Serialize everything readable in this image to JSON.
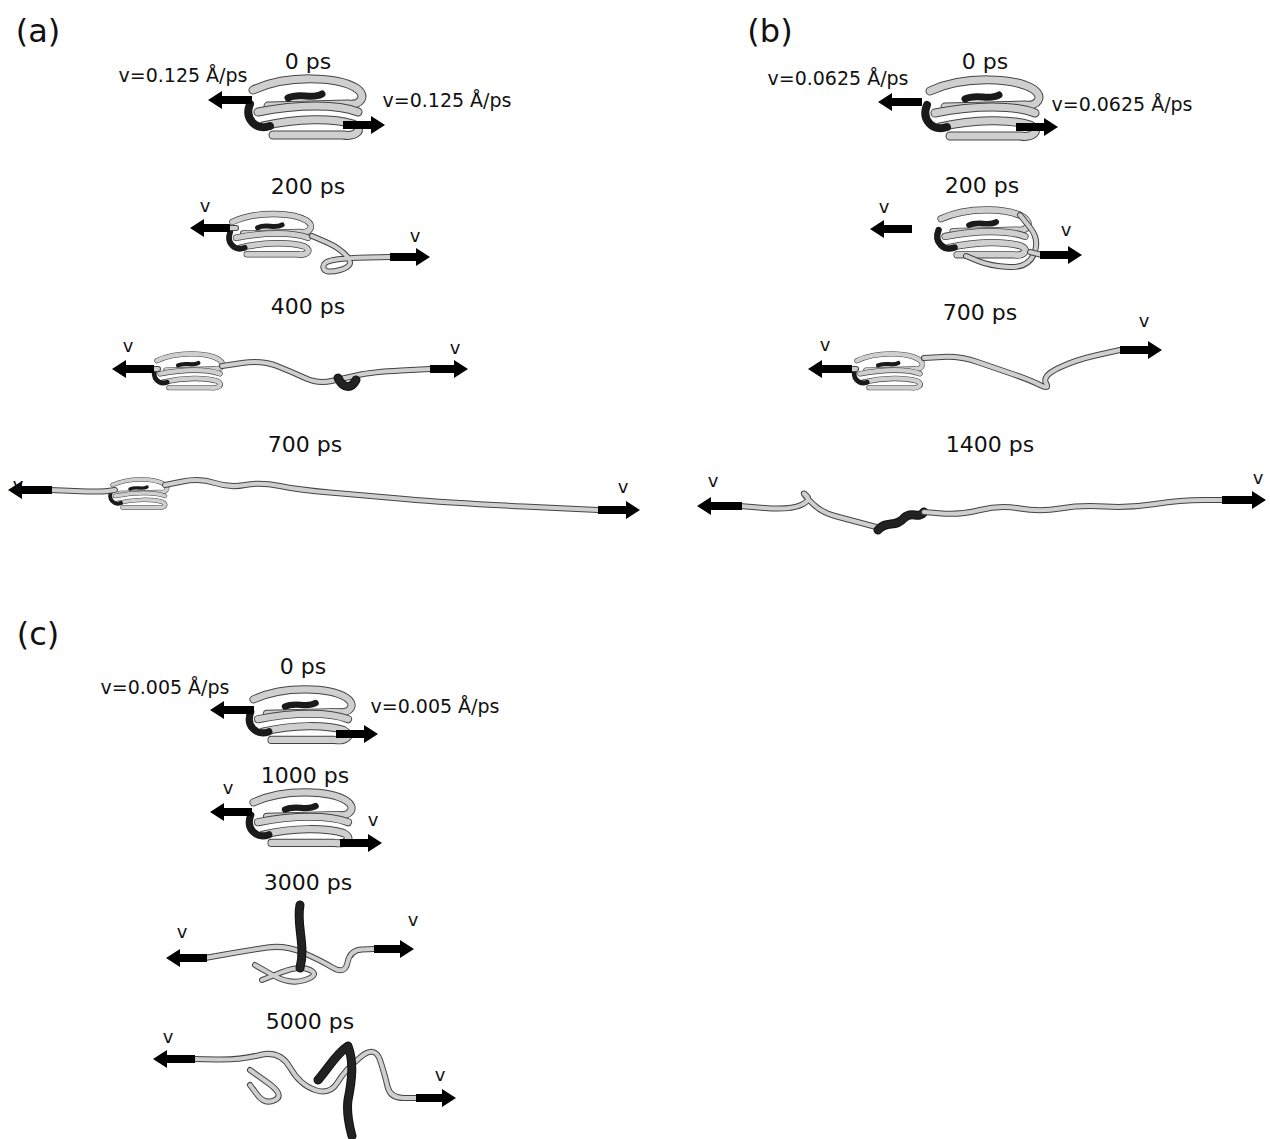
{
  "diagram": {
    "labels": [
      "(a)",
      "0 ps",
      "v=0.125 Å/ps",
      "v=0.125 Å/ps",
      "200 ps",
      "v",
      "v",
      "400 ps",
      "v",
      "v",
      "700 ps",
      "v",
      "v",
      "(b)",
      "0 ps",
      "v=0.0625 Å/ps",
      "v=0.0625 Å/ps",
      "200 ps",
      "v",
      "v",
      "700 ps",
      "v",
      "v",
      "1400 ps",
      "v",
      "v",
      "(c)",
      "0 ps",
      "v=0.005 Å/ps",
      "v=0.005 Å/ps",
      "1000 ps",
      "v",
      "v",
      "3000 ps",
      "v",
      "v",
      "5000 ps",
      "v",
      "v"
    ]
  }
}
